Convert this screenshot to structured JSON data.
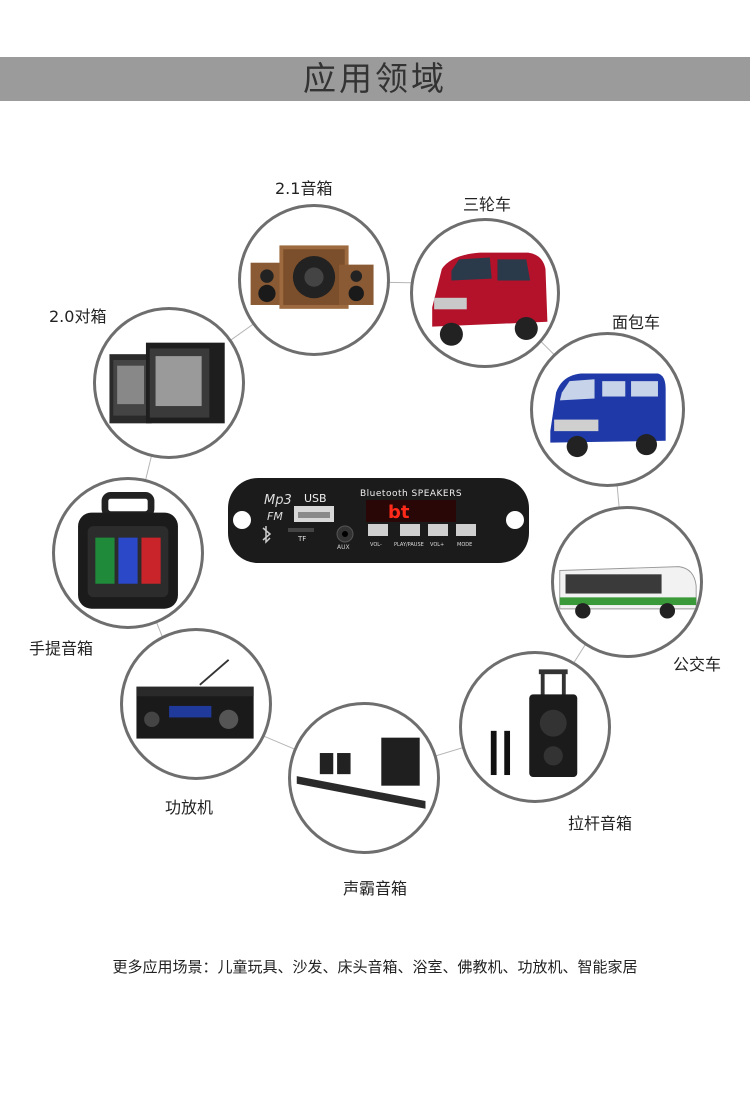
{
  "header": {
    "title": "应用领域"
  },
  "applications": [
    {
      "label": "2.1音箱",
      "icon": "speaker-2-1-icon"
    },
    {
      "label": "三轮车",
      "icon": "tricycle-icon"
    },
    {
      "label": "2.0对箱",
      "icon": "speaker-pair-icon"
    },
    {
      "label": "面包车",
      "icon": "van-icon"
    },
    {
      "label": "手提音箱",
      "icon": "portable-speaker-icon"
    },
    {
      "label": "公交车",
      "icon": "bus-icon"
    },
    {
      "label": "功放机",
      "icon": "amplifier-icon"
    },
    {
      "label": "拉杆音箱",
      "icon": "trolley-speaker-icon"
    },
    {
      "label": "声霸音箱",
      "icon": "soundbar-icon"
    }
  ],
  "module": {
    "mp3_label": "Mp3",
    "fm_label": "FM",
    "usb_label": "USB",
    "tf_label": "TF",
    "aux_label": "AUX",
    "brand_label": "Bluetooth SPEAKERS",
    "display_text": "bt",
    "buttons": [
      "VOL-",
      "PLAY/PAUSE",
      "VOL+",
      "MODE"
    ],
    "colors": {
      "body": "#1b1b1b",
      "display": "#ff2a1a",
      "display_bg": "#2a0707"
    }
  },
  "footer": {
    "text": "更多应用场景：儿童玩具、沙发、床头音箱、浴室、佛教机、功放机、智能家居"
  }
}
